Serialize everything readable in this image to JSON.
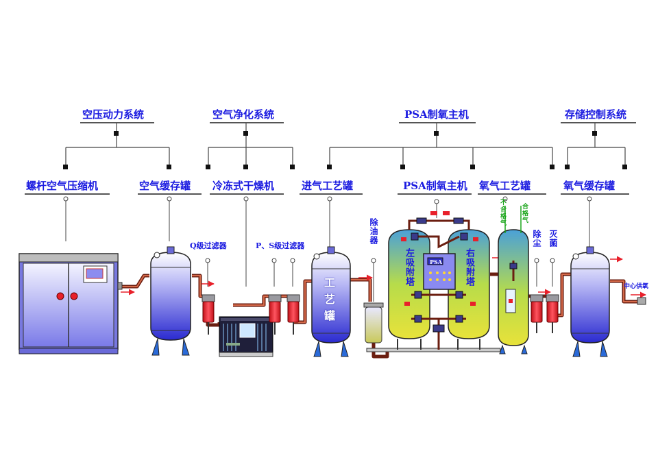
{
  "categories": {
    "power": "空压动力系统",
    "purify": "空气净化系统",
    "psa": "PSA制氧主机",
    "storage": "存储控制系统"
  },
  "equipment": {
    "compressor": "螺杆空气压缩机",
    "air_buffer": "空气缓存罐",
    "dryer": "冷冻式干燥机",
    "inlet_tank": "进气工艺罐",
    "psa_host": "PSA制氧主机",
    "oxygen_process_tank": "氧气工艺罐",
    "oxygen_buffer": "氧气缓存罐"
  },
  "annotations": {
    "q_filter": "Q级过滤器",
    "ps_filter": "P、S级过滤器",
    "oil_remover": "除油器",
    "process_tank": "工艺罐",
    "left_tower": "左吸附塔",
    "right_tower": "右吸附塔",
    "unqualified": "不合格气",
    "qualified": "合格气",
    "dust_removal": "除尘",
    "sterilize": "灭菌",
    "central_supply": "中心供氧",
    "controller_display": "PSA"
  },
  "colors": {
    "label_blue": "#1b1be0",
    "pipe_brown": "#8b2a1a",
    "filter_red": "#e8202a",
    "flow_arrow_red": "#e8202a",
    "tower_green": "#9acd32",
    "tank_blue": "#3a3ad8"
  }
}
